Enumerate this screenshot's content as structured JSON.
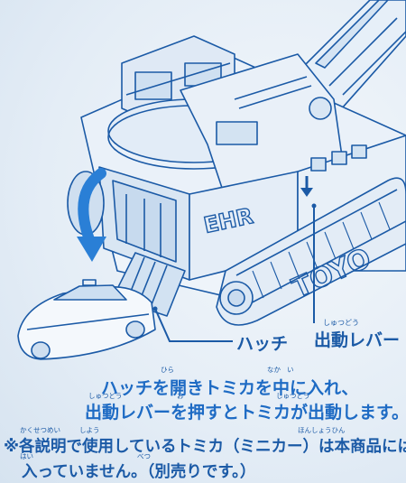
{
  "labels": {
    "hatch": "ハッチ",
    "lever": "出動レバー",
    "lever_ruby": "しゅつどう"
  },
  "instructions": {
    "line1": "ハッチを開きトミカを中に入れ、",
    "line2": "出動レバーを押すとトミカが出動します。"
  },
  "note": {
    "line1": "※各説明で使用しているトミカ（ミニカー）は本商品には",
    "line2": "入っていません。（別売りです。）"
  },
  "ruby": {
    "hiraki": "ひら",
    "naka": "なか",
    "i": "い",
    "shutsudou": "しゅつどう",
    "o": "お",
    "kakusetsumei": "かくせつめい",
    "shiyou": "しよう",
    "hinshouhin": "ほんしょうひん",
    "hai": "はい",
    "betsu": "べつ"
  },
  "vehicle_text": {
    "ehr": "EHR",
    "toyo": "TOYO"
  },
  "colors": {
    "ink": "#1b5aa6",
    "arrow": "#2a7fd6",
    "bg": "#dfe9f4"
  }
}
